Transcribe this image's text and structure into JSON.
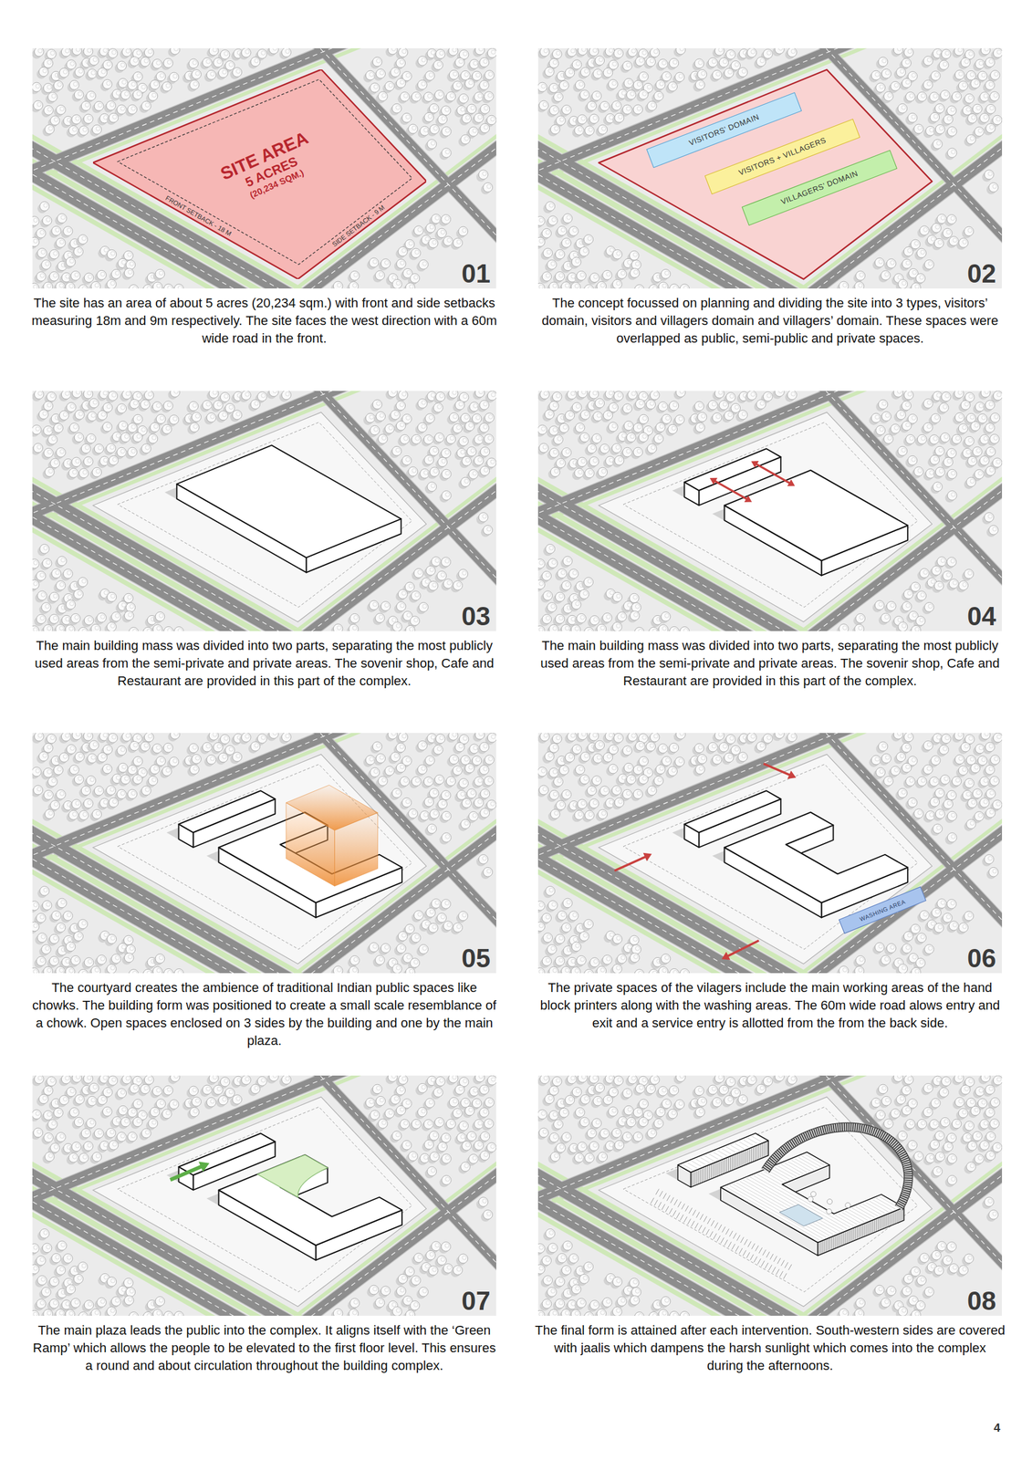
{
  "diagram": {
    "nodes": [
      {
        "text": [
          "SITE AREA",
          "5 ACRES",
          "(20,234 SQM.)",
          "FRONT SETBACK - 18 M",
          "SIDE SETBACK - 9 M"
        ]
      },
      {
        "text": [
          "VISITORS’ DOMAIN"
        ]
      },
      {
        "text": [
          "VISITORS + VILLAGERS"
        ]
      },
      {
        "text": [
          "VILLAGERS’ DOMAIN"
        ]
      },
      {
        "text": [
          "WASHING AREA"
        ]
      }
    ],
    "labels": [
      "01",
      "The site has an area of about 5 acres (20,234 sqm.) with front and side setbacks measuring 18m and 9m respectively. The site faces the west direction with a 60m wide road in the front.",
      "02",
      "The concept focussed on planning and dividing the site into 3 types, visitors’ domain, visitors and villagers domain and villagers’ domain. These spaces were overlapped as public, semi-public and private spaces.",
      "03",
      "The main building mass was divided into two parts, separating the most publicly used areas from the semi-private and private areas. The sovenir shop, Cafe and Restaurant are provided in this part of the complex.",
      "04",
      "The main building mass was divided into two parts, separating the most publicly used areas from the semi-private and private areas. The sovenir shop, Cafe and Restaurant are provided in this part of the complex.",
      "05",
      "The courtyard creates the ambience of traditional Indian public spaces like chowks. The building form was positioned to create a small scale resemblance of a chowk. Open spaces enclosed on 3 sides by the building and one by the main plaza.",
      "06",
      "The private spaces of the vilagers include the main working areas of the hand block printers along with the washing areas. The 60m wide road alows entry and exit and a service entry is allotted from the from the back side.",
      "07",
      "The main plaza leads the public into the complex. It aligns itself with the ‘Green Ramp’ which allows the people to be elevated to the first floor level. This ensures a round and about circulation throughout the building complex.",
      "08",
      "The final form is attained after each intervention. South-western sides are covered with jaalis which dampens the harsh sunlight which comes into the complex during the afternoons.",
      "4"
    ]
  }
}
